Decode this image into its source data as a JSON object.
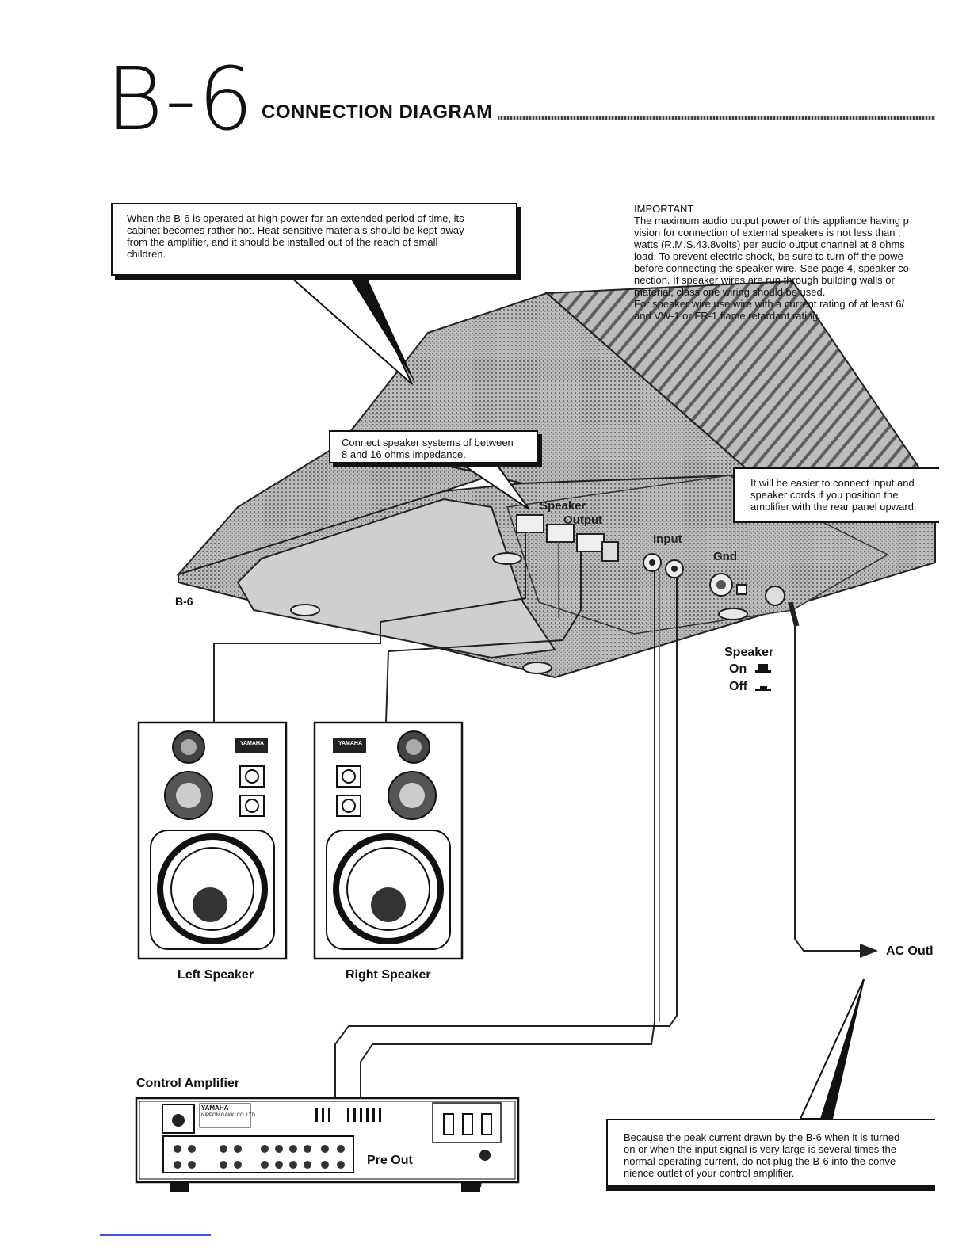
{
  "header": {
    "model": "B-6",
    "subtitle": "CONNECTION DIAGRAM"
  },
  "notes": {
    "heat": "When the B-6 is operated at high power for an extended period of time, its\ncabinet becomes rather hot. Heat-sensitive materials should be kept away\nfrom the amplifier, and it should be installed out of the reach of small\nchildren.",
    "important_title": "IMPORTANT",
    "important": "The maximum audio output power of this appliance having p\nvision for connection of external speakers is not less than :\nwatts (R.M.S.43.8volts) per audio output channel at 8 ohms\nload. To prevent electric shock, be sure to turn off the powe\nbefore connecting the speaker wire. See page 4, speaker co\nnection. If speaker wires are run through building walls or\nmaterial, class one wiring should be used.\nFor speaker wire use wire with a current rating of at least 6/\nand VW-1 or FR-1 flame retardant rating.",
    "impedance": "Connect speaker systems of between\n8 and 16 ohms impedance.",
    "position": "It will be easier to connect input and\nspeaker cords if you position the\namplifier with the rear panel upward.",
    "peak": "Because the peak current drawn by the B-6 when it is turned\non or when the input signal is very large is several times the\nnormal operating current, do not plug the B-6 into the conve-\nnience outlet of your control amplifier."
  },
  "labels": {
    "unit": "B-6",
    "speaker_output_1": "Speaker",
    "speaker_output_2": "Output",
    "input": "Input",
    "gnd": "Gnd",
    "speaker_switch": "Speaker",
    "on": "On",
    "off": "Off",
    "left_speaker": "Left Speaker",
    "right_speaker": "Right Speaker",
    "control_amplifier": "Control Amplifier",
    "pre_out": "Pre Out",
    "ac_outlet": "AC Outl",
    "brand": "YAMAHA",
    "maker": "NIPPON GAKKI CO.,LTD"
  }
}
